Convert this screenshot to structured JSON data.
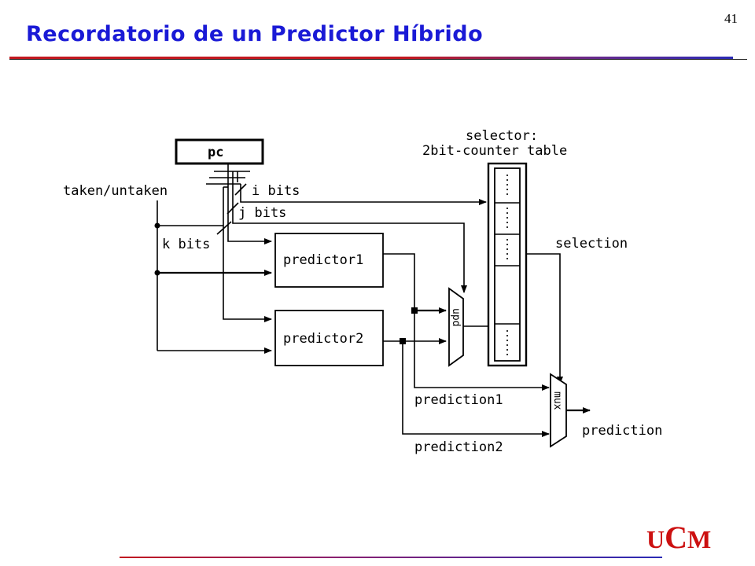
{
  "slide": {
    "title": "Recordatorio de un Predictor Híbrido",
    "page_number": "41",
    "logo": {
      "u1": "U",
      "c": "C",
      "m": "M"
    }
  },
  "diagram": {
    "pc": "pc",
    "taken_untaken": "taken/untaken",
    "i_bits": "i bits",
    "j_bits": "j bits",
    "k_bits": "k bits",
    "selector_line1": "selector:",
    "selector_line2": "2bit-counter table",
    "predictor1": "predictor1",
    "predictor2": "predictor2",
    "selection": "selection",
    "prediction1": "prediction1",
    "prediction2": "prediction2",
    "prediction": "prediction",
    "update_mux": "upd",
    "mux": "mux",
    "table_dots": ":"
  },
  "colors": {
    "title": "#1a1ad6",
    "logo": "#cc1010",
    "rule_red": "#c2181f",
    "rule_blue": "#2a2ab5"
  }
}
